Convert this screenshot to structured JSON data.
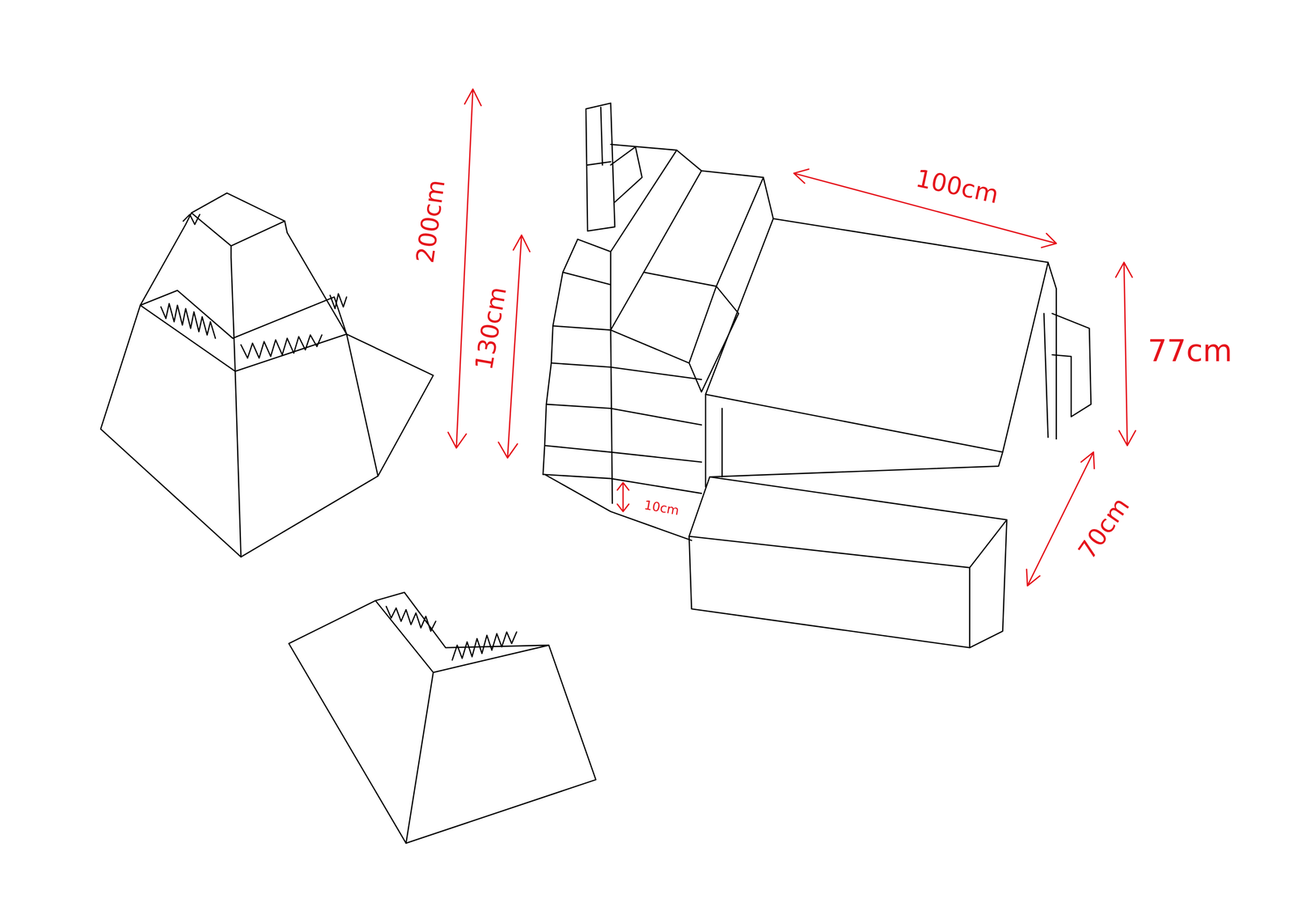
{
  "diagram": {
    "labels": [
      "200cm",
      "130cm",
      "100cm",
      "77cm",
      "10cm",
      "70cm"
    ]
  }
}
